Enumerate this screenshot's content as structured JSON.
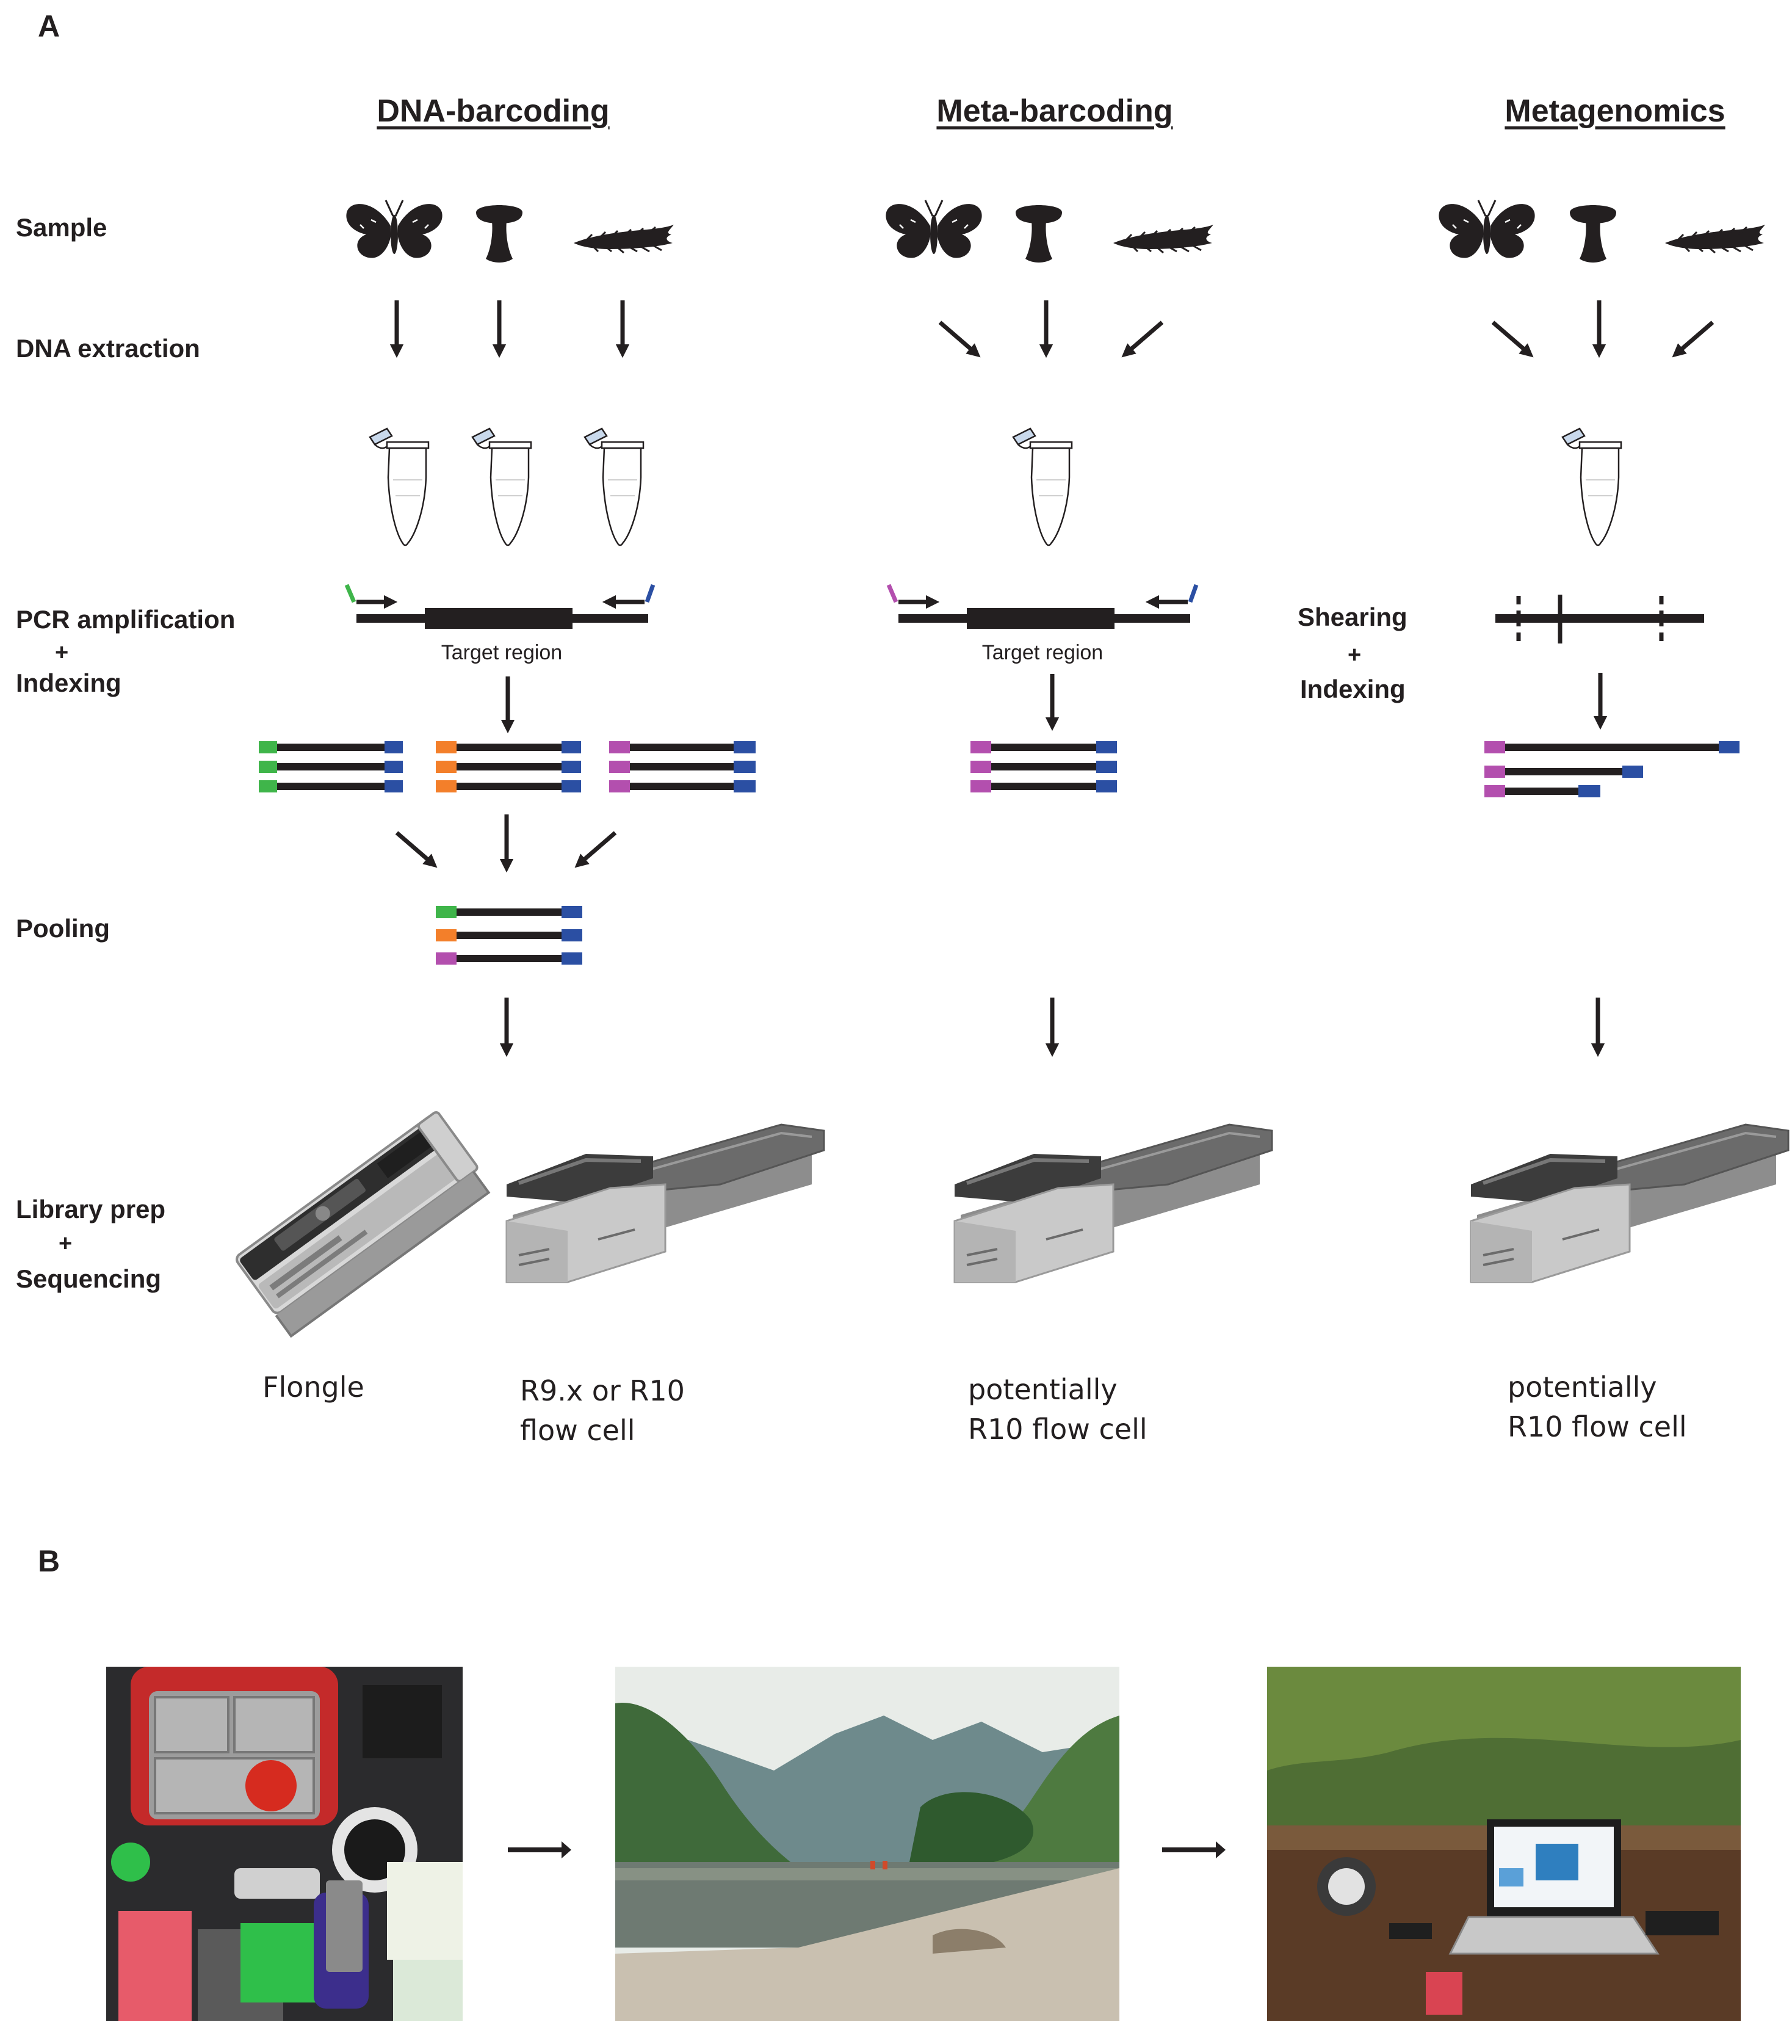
{
  "panels": {
    "a": "A",
    "b": "B"
  },
  "columns": [
    {
      "heading": "DNA-barcoding"
    },
    {
      "heading": "Meta-barcoding"
    },
    {
      "heading": "Metagenomics"
    }
  ],
  "steps": {
    "sample": "Sample",
    "dna_extraction": "DNA extraction",
    "pcr_line1": "PCR amplification",
    "pcr_plus": "+",
    "pcr_line2": "Indexing",
    "pooling": "Pooling",
    "library_line1": "Library prep",
    "library_plus": "+",
    "library_line2": "Sequencing",
    "shearing_line1": "Shearing",
    "shearing_plus": "+",
    "shearing_line2": "Indexing"
  },
  "target_region_label": "Target region",
  "captions": {
    "flongle": "Flongle",
    "dna_flowcell_line1": "R9.x or R10",
    "dna_flowcell_line2": "flow cell",
    "meta_line1": "potentially",
    "meta_line2": "R10 flow cell",
    "metag_line1": "potentially",
    "metag_line2": "R10 flow cell"
  },
  "colors": {
    "ink": "#231f20",
    "index_green": "#3fb54a",
    "index_orange": "#f37f2a",
    "index_magenta": "#b34fae",
    "index_blue": "#2b4fa3",
    "flowcell_grey": "#a8a8a8",
    "flowcell_dark": "#4a4a4a"
  },
  "icons": {
    "butterfly": "butterfly-icon",
    "mushroom": "mushroom-icon",
    "plant": "plant-icon",
    "tube": "tube-icon",
    "flongle": "flongle-device-icon",
    "flowcell": "flowcell-device-icon"
  },
  "photos": [
    {
      "name": "field-kit-photo"
    },
    {
      "name": "river-landscape-photo"
    },
    {
      "name": "field-lab-photo"
    }
  ]
}
